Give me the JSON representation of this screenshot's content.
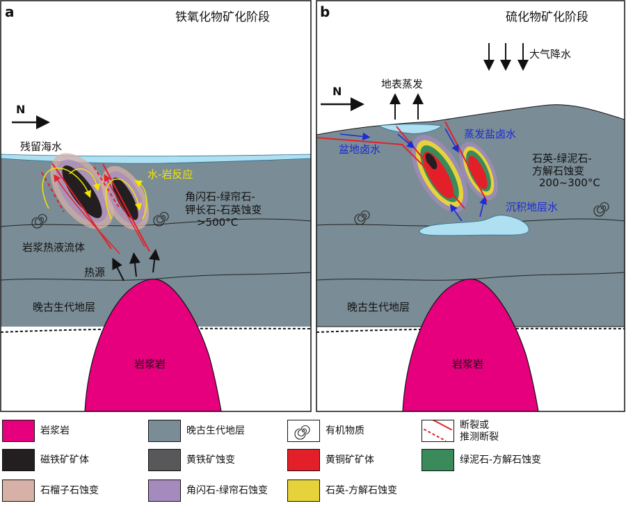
{
  "panel_a": {
    "letter": "a",
    "stage_title": "铁氧化物矿化阶段",
    "north": "N",
    "seawater": "残留海水",
    "water_rock": "水-岩反应",
    "alteration_line1": "角闪石-绿帘石-",
    "alteration_line2": "钾长石-石英蚀变",
    "temperature": ">500°C",
    "fluid": "岩浆热液流体",
    "heat": "热源",
    "strata": "晚古生代地层",
    "magma": "岩浆岩"
  },
  "panel_b": {
    "letter": "b",
    "stage_title": "硫化物矿化阶段",
    "north": "N",
    "meteoric": "大气降水",
    "evaporation": "地表蒸发",
    "evap_brine": "蒸发盐卤水",
    "basin_brine": "盆地卤水",
    "alteration_line1": "石英-绿泥石-",
    "alteration_line2": "方解石蚀变",
    "temperature": "200~300°C",
    "formation_water": "沉积地层水",
    "strata": "晚古生代地层",
    "magma": "岩浆岩"
  },
  "legend": {
    "magma": "岩浆岩",
    "strata": "晚古生代地层",
    "organic": "有机物质",
    "fault_line1": "断裂或",
    "fault_line2": "推测断裂",
    "magnetite": "磁铁矿矿体",
    "pyrite": "黄铁矿蚀变",
    "chalcopyrite": "黄铜矿矿体",
    "chlorite_calcite": "绿泥石-方解石蚀变",
    "garnet": "石榴子石蚀变",
    "amph_epidote": "角闪石-绿帘石蚀变",
    "quartz_calcite": "石英-方解石蚀变"
  },
  "colors": {
    "magma": "#e6007e",
    "strata": "#7a8c95",
    "magnetite": "#231f20",
    "pyrite": "#58585a",
    "chalcopyrite": "#e3202a",
    "chlorite": "#3a8a5c",
    "garnet": "#d7b0a8",
    "amphibole": "#a58bbd",
    "quartz": "#e6d33c",
    "water": "#aee0f2",
    "fault": "#e3202a",
    "yellow_arrow": "#f4e600",
    "blue_text": "#1b2bd6"
  }
}
